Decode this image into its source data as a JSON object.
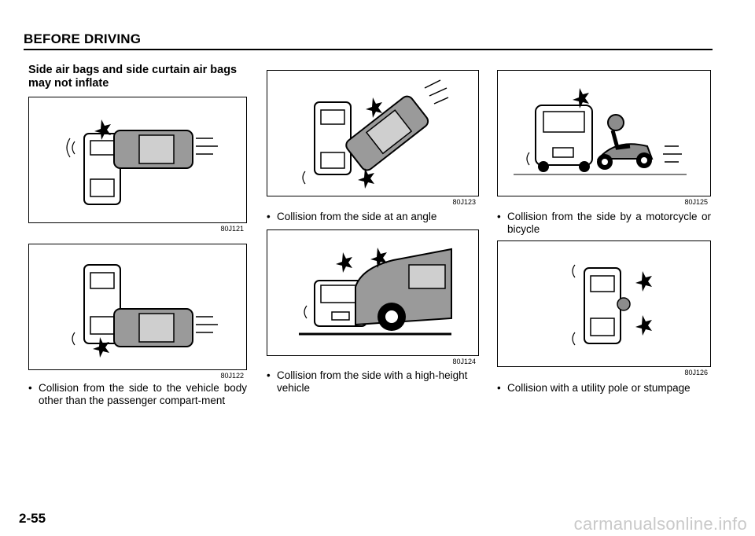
{
  "header": "BEFORE DRIVING",
  "subheading": "Side air bags and side curtain air bags may not inflate",
  "figures": [
    {
      "code": "80J121"
    },
    {
      "code": "80J122"
    },
    {
      "code": "80J123"
    },
    {
      "code": "80J124"
    },
    {
      "code": "80J125"
    },
    {
      "code": "80J126"
    }
  ],
  "captions": [
    "Collision from the side to the vehicle body other than the passenger compart-ment",
    "Collision from the side at an angle",
    "Collision from the side with a high-height vehicle",
    "Collision from the side by a motorcycle or bicycle",
    "Collision with a utility pole or stumpage"
  ],
  "bullet": "•",
  "page_number": "2-55",
  "watermark": "carmanualsonline.info"
}
